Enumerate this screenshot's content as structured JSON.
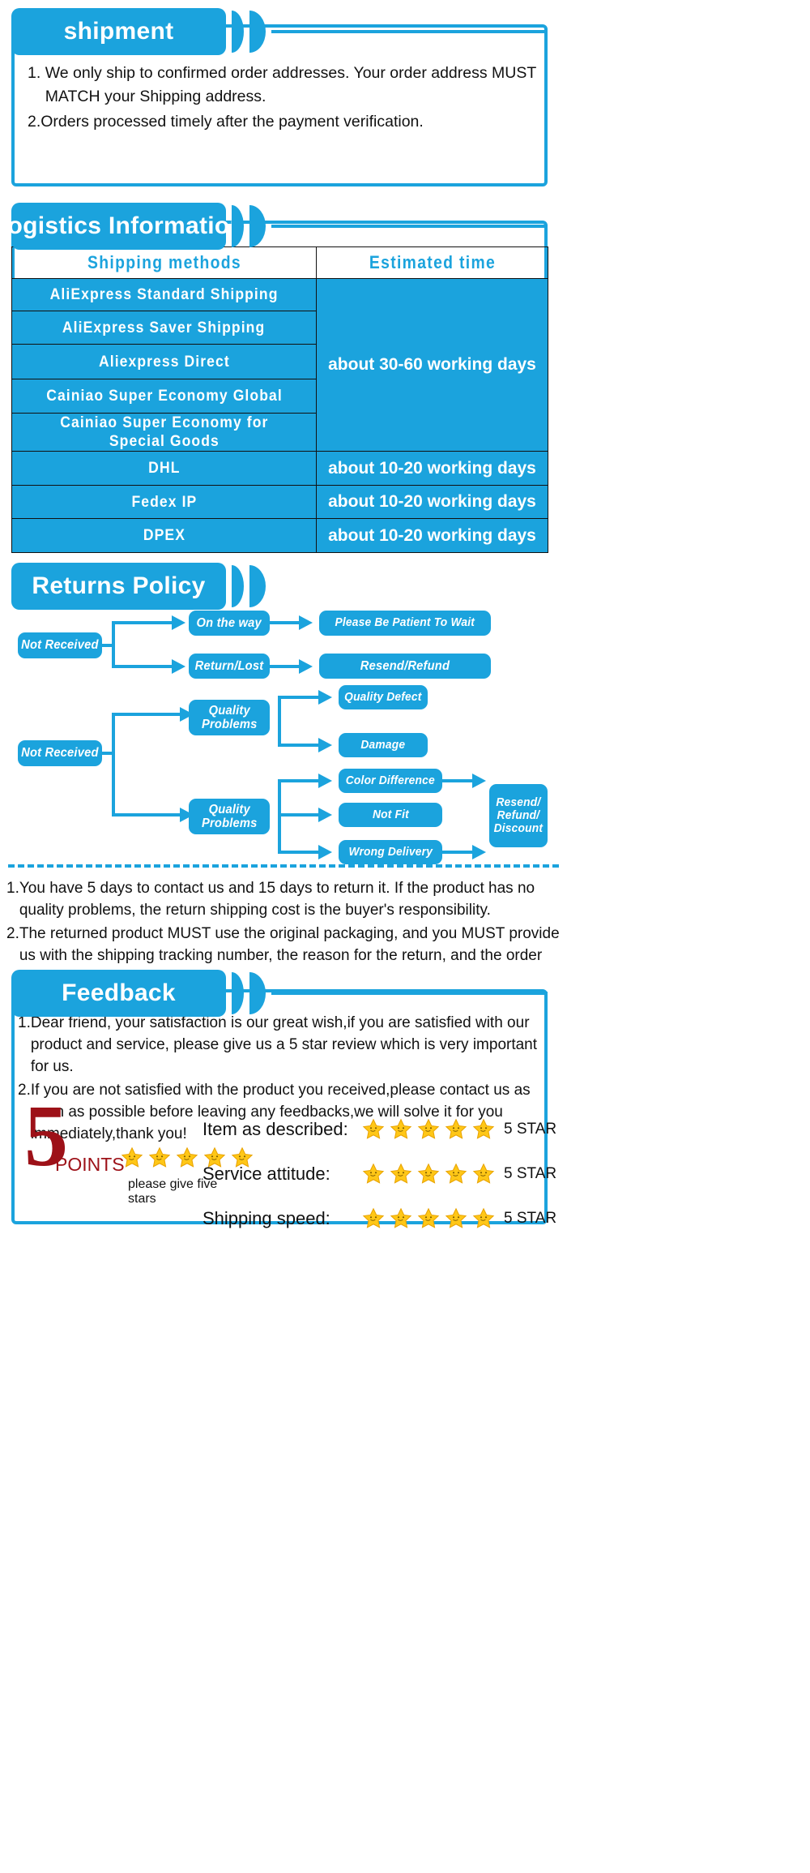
{
  "theme": {
    "accent": "#1ba3dd",
    "star": "#ffc717",
    "star_stroke": "#e8a200",
    "red": "#9d1118",
    "text": "#111111",
    "white": "#ffffff"
  },
  "shipment": {
    "title": "shipment",
    "items": [
      {
        "num": "1. ",
        "text": "We only ship to confirmed order addresses. Your order address MUST MATCH your Shipping address."
      },
      {
        "num": "2.",
        "text": "Orders processed timely after the payment verification."
      }
    ]
  },
  "logistics": {
    "title": "Logistics Information",
    "columns": [
      "Shipping  methods",
      "Estimated  time"
    ],
    "rows": [
      {
        "method": "AliExpress  Standard  Shipping",
        "eta": "about 30-60 working days",
        "eta_rowspan": 5
      },
      {
        "method": "AliExpress  Saver  Shipping",
        "eta": null
      },
      {
        "method": "Aliexpress  Direct",
        "eta": null
      },
      {
        "method": "Cainiao  Super  Economy  Global",
        "eta": null
      },
      {
        "method": "Cainiao  Super  Economy  for\nSpecial  Goods",
        "eta": null
      },
      {
        "method": "DHL",
        "eta": "about 10-20 working days",
        "eta_rowspan": 1
      },
      {
        "method": "Fedex  IP",
        "eta": "about 10-20 working days",
        "eta_rowspan": 1
      },
      {
        "method": "DPEX",
        "eta": "about 10-20 working days",
        "eta_rowspan": 1
      }
    ]
  },
  "returns": {
    "title": "Returns Policy",
    "flow": {
      "group1": {
        "source": "Not Received",
        "branches": [
          {
            "mid": "On the way",
            "end": "Please Be Patient To Wait"
          },
          {
            "mid": "Return/Lost",
            "end": "Resend/Refund"
          }
        ]
      },
      "group2": {
        "source": "Not Received",
        "branch_a": {
          "mid": "Quality\nProblems",
          "ends": [
            "Quality Defect",
            "Damage"
          ]
        },
        "branch_b": {
          "mid": "Quality\nProblems",
          "ends": [
            "Color Difference",
            "Not Fit",
            "Wrong Delivery"
          ],
          "final": "Resend/\nRefund/\nDiscount"
        }
      }
    },
    "notes": [
      {
        "num": "1.",
        "text": "You have 5 days to contact us and 15 days to return it. If the product has no quality problems, the return shipping cost is the buyer's responsibility."
      },
      {
        "num": "2.",
        "text": "The returned product MUST use the original packaging, and you MUST provide us with the shipping tracking number, the reason for the return, and the order ID."
      }
    ]
  },
  "feedback": {
    "title": "Feedback",
    "items": [
      {
        "num": "1.",
        "text": "Dear friend, your satisfaction is our great wish,if you are satisfied with our product and service, please give us a 5 star review which is very important for us."
      },
      {
        "num": "2.",
        "text": "If you are not satisfied with the product you received,please contact us as soon as possible before leaving any feedbacks,we will solve it for you immediately,thank you!"
      }
    ],
    "badge": {
      "number": "5",
      "word": "POINTS",
      "caption": "please give five stars",
      "star_count": 5
    },
    "ratings": [
      {
        "label": "Item as described:",
        "stars": 5,
        "tag": "5 STAR"
      },
      {
        "label": "Service attitude:",
        "stars": 5,
        "tag": "5 STAR"
      },
      {
        "label": "Shipping speed:",
        "stars": 5,
        "tag": "5 STAR"
      }
    ]
  }
}
